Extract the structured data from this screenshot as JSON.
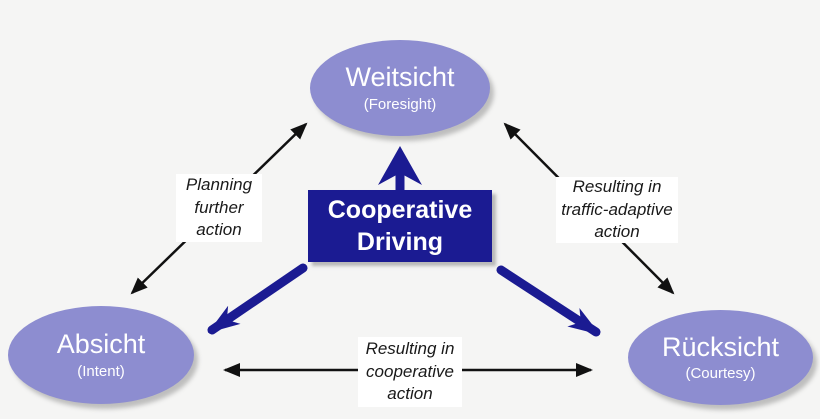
{
  "palette": {
    "background": "#f5f5f4",
    "node_fill": "#8d8dd0",
    "node_text": "#ffffff",
    "center_box_fill": "#1b1b92",
    "blue_arrow": "#1b1b92",
    "black_arrow": "#111111",
    "label_background": "#ffffff"
  },
  "nodes": {
    "weitsicht": {
      "title": "Weitsicht",
      "subtitle": "(Foresight)"
    },
    "absicht": {
      "title": "Absicht",
      "subtitle": "(Intent)"
    },
    "ruecksicht": {
      "title": "Rücksicht",
      "subtitle": "(Courtesy)"
    }
  },
  "center_box": {
    "label": "Cooperative\nDriving"
  },
  "edge_labels": {
    "planning": {
      "text": "Planning\nfurther\naction"
    },
    "traffic_adaptive": {
      "text": "Resulting in\ntraffic-adaptive\naction"
    },
    "cooperative": {
      "text": "Resulting in\ncooperative\naction"
    }
  }
}
